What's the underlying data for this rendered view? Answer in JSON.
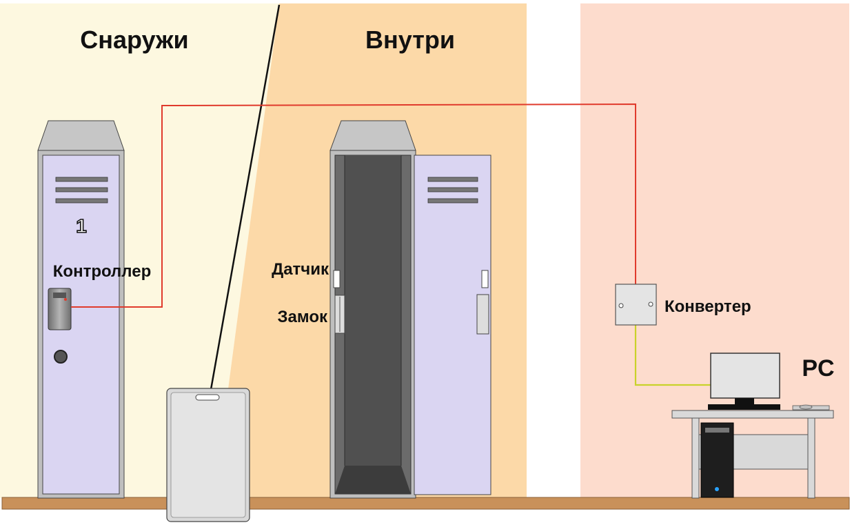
{
  "zones": {
    "outside": {
      "title": "Снаружи",
      "color": "#fdf8e0"
    },
    "inside": {
      "title": "Внутри",
      "color": "#fcd9a8"
    },
    "pc_room": {
      "color": "#fddccd"
    }
  },
  "locker_outside": {
    "number": "1",
    "label": "Контроллер"
  },
  "locker_inside": {
    "sensor_label": "Датчик",
    "lock_label": "Замок"
  },
  "converter": {
    "label": "Конвертер"
  },
  "computer": {
    "label": "PC"
  },
  "colors": {
    "floor": "#c9915a",
    "locker_panel": "#dad5f2",
    "locker_frame": "#bfbfbf",
    "locker_interior": "#505050",
    "wire_rs485": "#e03a2c",
    "wire_usb": "#c9d22a",
    "card": "#d9d9d9"
  }
}
